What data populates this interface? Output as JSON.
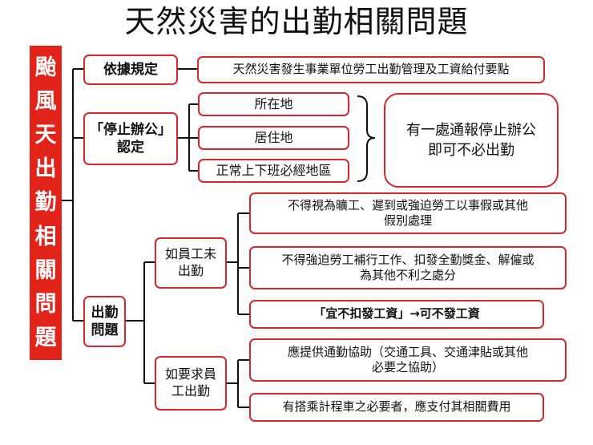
{
  "title": "天然災害的出勤相關問題",
  "side_label": [
    "颱",
    "風",
    "天",
    "出",
    "勤",
    "相",
    "關",
    "問",
    "題"
  ],
  "sections": {
    "basis": {
      "label": "依據規定",
      "content": "天然災害發生事業單位勞工出勤管理及工資給付要點"
    },
    "closure": {
      "label_line1": "「停止辦公」",
      "label_line2": "認定",
      "items": [
        "所在地",
        "居住地",
        "正常上下班必經地區"
      ],
      "conclusion_line1": "有一處通報停止辦公",
      "conclusion_line2": "即可不必出勤"
    },
    "attendance": {
      "label_line1": "出勤",
      "label_line2": "問題",
      "absent": {
        "label_line1": "如員工未",
        "label_line2": "出勤",
        "items": [
          {
            "line1": "不得視為曠工、遲到或強迫勞工以事假或其他",
            "line2": "假別處理"
          },
          {
            "line1": "不得強迫勞工補行工作、扣發全勤獎金、解僱或",
            "line2": "為其他不利之處分"
          },
          {
            "line1": "「宜不扣發工資」→可不發工資",
            "line2": ""
          }
        ]
      },
      "requested": {
        "label_line1": "如要求員",
        "label_line2": "工出勤",
        "items": [
          {
            "line1": "應提供通勤協助（交通工具、交通津貼或其他",
            "line2": "必要之協助）"
          },
          {
            "line1": "有搭乘計程車之必要者，應支付其相關費用",
            "line2": ""
          }
        ]
      }
    }
  },
  "colors": {
    "accent": "#e2231a",
    "border": "#d9262b",
    "line": "#111111"
  }
}
